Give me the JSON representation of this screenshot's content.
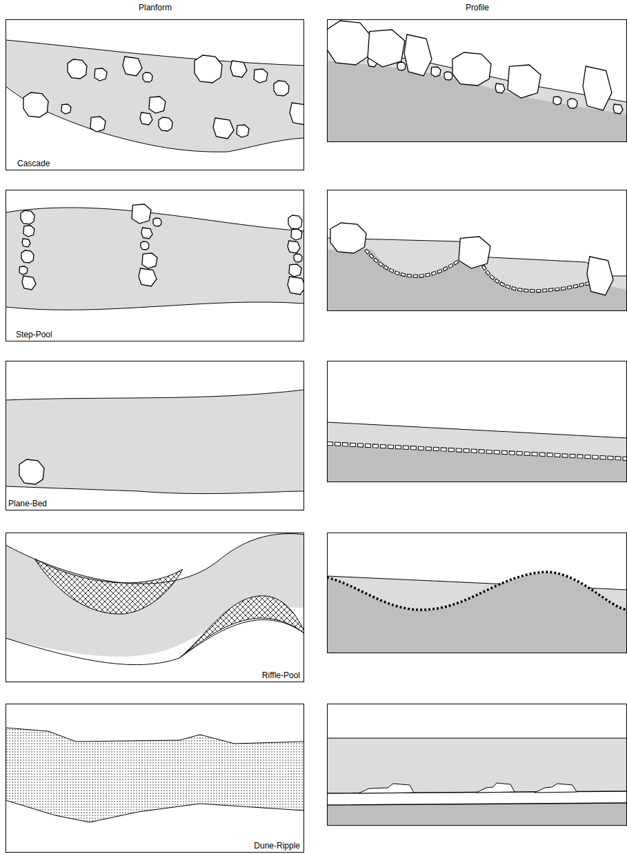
{
  "diagram": {
    "nodes": [
      {
        "text": [
          "Cascade"
        ]
      },
      {
        "text": [
          "Step-Pool"
        ]
      },
      {
        "text": [
          "Plane-Bed"
        ]
      },
      {
        "text": [
          "Riffle-Pool"
        ]
      },
      {
        "text": [
          "Dune-Ripple"
        ]
      }
    ],
    "labels": [
      "Planform",
      "Profile"
    ]
  }
}
